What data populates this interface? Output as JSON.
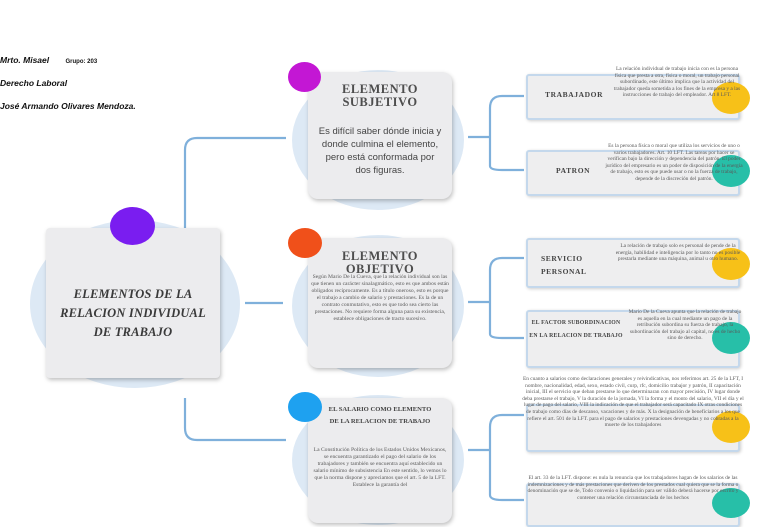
{
  "header": {
    "teacher": "Mrto. Misael",
    "group": "Grupo: 203",
    "subject": "Derecho Laboral",
    "student": "José Armando Olivares Mendoza."
  },
  "central": {
    "title": "ELEMENTOS DE LA RELACION INDIVIDUAL DE TRABAJO"
  },
  "branches": [
    {
      "title": "ELEMENTO SUBJETIVO",
      "text": "Es difícil saber dónde inicia y donde culmina el elemento, pero está conformada por dos figuras.",
      "dot_color": "#c317d4",
      "children": [
        {
          "label": "TRABAJADOR",
          "text": "La relación individual de trabajo inicia con es la persona física que presta a otra, física o moral, un trabajo personal subordinado, este último implica que la actividad del trabajador queda sometida a los fines de la empresa y a las instrucciones de trabajo del empleador. Art 8 LFT."
        },
        {
          "label": "PATRON",
          "text": "Es la persona física o moral que utiliza los servicios de uno o varios trabajadores. Art. 10 LFT. Las tareas por hacer se verifican bajo la dirección y dependencia del patrón. El poder jurídico del empresario es un poder de disposición de la energía de trabajo, esto es que puede usar o no la fuerza de trabajo, depende de la discreción del patrón."
        }
      ]
    },
    {
      "title": "ELEMENTO OBJETIVO",
      "text": "Según Mario De la Cueva, que la relación individual son las que tienen un carácter sinalagmático, esto es que ambos están obligados recíprocamente. Es a título oneroso, esto es porque el trabajo a cambio de salario y prestaciones. Es la de un contrato conmutativo, esto es que todo sea cierto las prestaciones. No requiere forma alguna para su existencia, establece obligaciones de tracto sucesivo.",
      "dot_color": "#f0501a",
      "children": [
        {
          "label": "SERVICIO PERSONAL",
          "text": "La relación de trabajo solo es personal de pende de la energía, habilidad e inteligencia por lo tanto no es posible prestarla mediante una máquina, animal u otro humano."
        },
        {
          "label": "EL FACTOR SUBORDINACION EN LA RELACION DE TRABAJO",
          "text": "Mario De la Cueva apunta que la relación de trabajo es aquella en la cual mediante un pago de la retribución subordina su fuerza de trabajo, la subordinación del trabajo al capital, no es de hecho sino de derecho."
        }
      ]
    },
    {
      "title": "EL SALARIO COMO ELEMENTO DE LA RELACION DE TRABAJO",
      "text": "La Constitución Política de los Estados Unidos Mexicanos, se encuentra garantizado el pago del salario de los trabajadores y también se encuentra aquí establecido un salario mínimo de subsistencia En este sentido, lo vemos lo que la norma dispone y apreciamos que el art. 5 de la LFT. Establece la garantía del",
      "dot_color": "#1ea1f0",
      "children": [
        {
          "text": "En cuanto a salarios como declaraciones generales y reivindicativas, nos referimos art. 25 de la LFT, I nombre, nacionalidad, edad, sexo, estado civil, curp, rfc, domicilio trabajor y patrón, II capacitación inicial, III el servicio que deban prestarse lo que determinaran con mayor precisión, IV lugar donde deba prestarse el trabajo, V la duración de la jornada, VI la forma y el monto del salario, VII el día y el lugar de pago del salario, VIII la indicación de que el trabajador será capacitado IX otras condiciones de trabajo como días de descanso, vacaciones y de más. X la designación de beneficiarios a los que refiere el art. 501 de la LFT. para el pago de salarios y prestaciones devengadas y no cobradas a la muerte de los trabajadores"
        },
        {
          "text": "El art. 33 de la LFT. dispone: es nula la renuncia que los trabajadores hagan de los salarios de las indemnizaciones y de más prestaciones que deriven de los prestados cual quiera que se la forma o denominación que se de, Todo convenio o liquidación para ser válido deberá hacerse por escrito y contener una relación circunstanciada de los hechos"
        }
      ]
    }
  ],
  "colors": {
    "central_dot": "#7a1df0",
    "child_dot_yellow": "#f7c118",
    "child_dot_teal": "#27bfa8",
    "connector": "#7fb0db",
    "halo": "#dde9f5"
  }
}
